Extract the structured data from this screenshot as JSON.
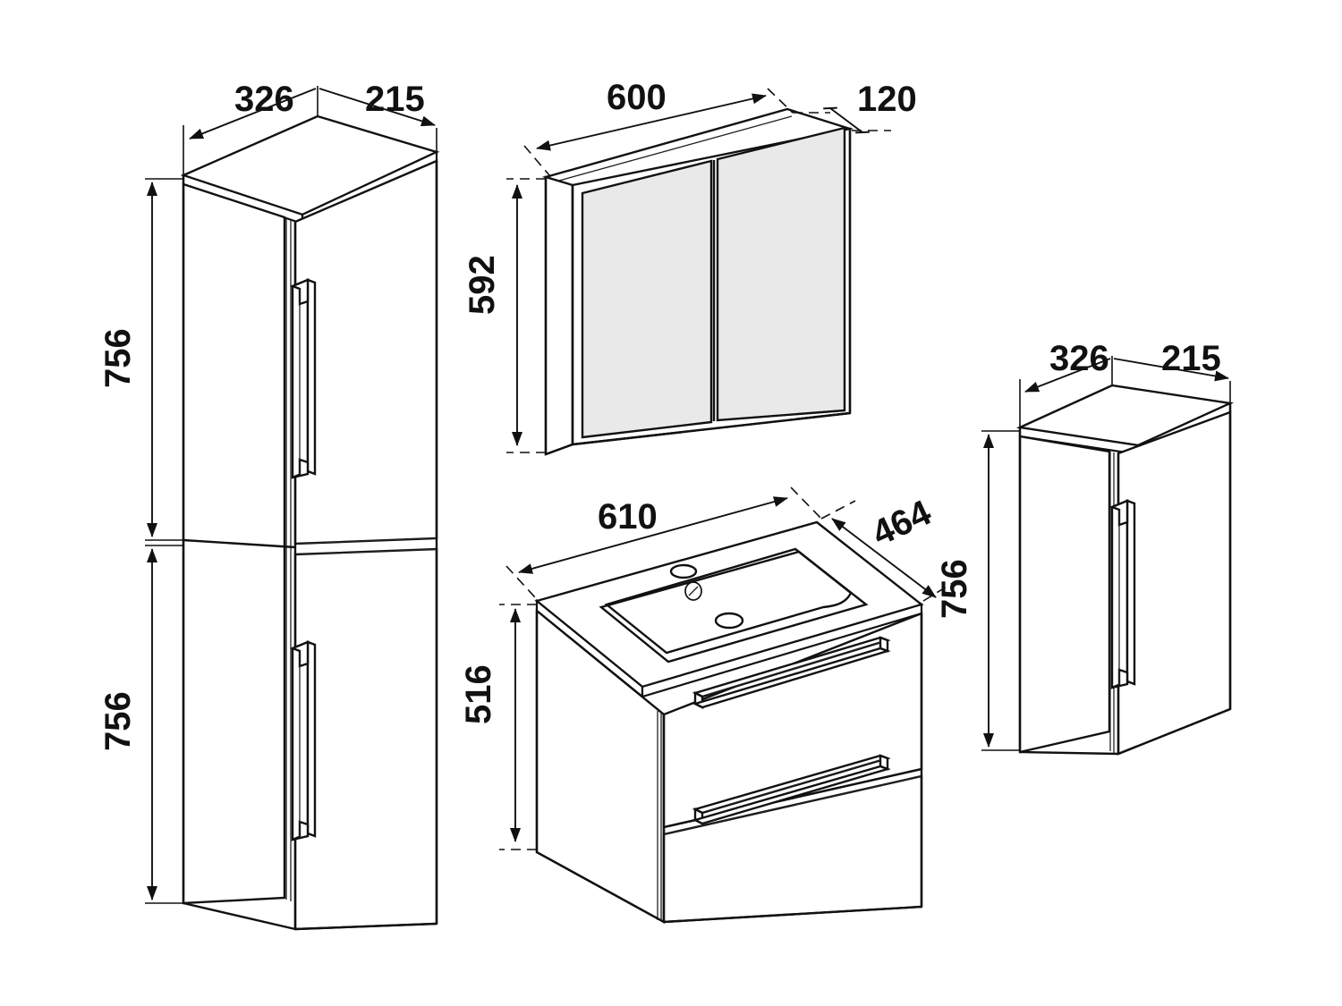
{
  "drawing": {
    "title": "Bathroom furniture set dimensioned isometric drawing",
    "units": "mm",
    "line_color": "#111111",
    "mirror_glass_color": "#e9e9e9",
    "background_color": "#ffffff"
  },
  "items": [
    {
      "id": "tall-cabinet",
      "name": "Tall 2-door cabinet",
      "dimensions": {
        "width": "326",
        "depth": "215",
        "upper_height": "756",
        "lower_height": "756"
      }
    },
    {
      "id": "mirror-cabinet",
      "name": "Mirror cabinet with two mirrored doors",
      "dimensions": {
        "width": "600",
        "depth": "120",
        "height": "592"
      }
    },
    {
      "id": "vanity-unit",
      "name": "Washbasin vanity unit with two drawers",
      "dimensions": {
        "width": "610",
        "depth": "464",
        "height": "516"
      }
    },
    {
      "id": "wall-cabinet",
      "name": "Single-door wall cabinet",
      "dimensions": {
        "width": "326",
        "depth": "215",
        "height": "756"
      }
    }
  ],
  "labels": {
    "tall_width": "326",
    "tall_depth": "215",
    "tall_upper_height": "756",
    "tall_lower_height": "756",
    "mirror_width": "600",
    "mirror_depth": "120",
    "mirror_height": "592",
    "vanity_width": "610",
    "vanity_depth": "464",
    "vanity_height": "516",
    "wall_width": "326",
    "wall_depth": "215",
    "wall_height": "756"
  }
}
